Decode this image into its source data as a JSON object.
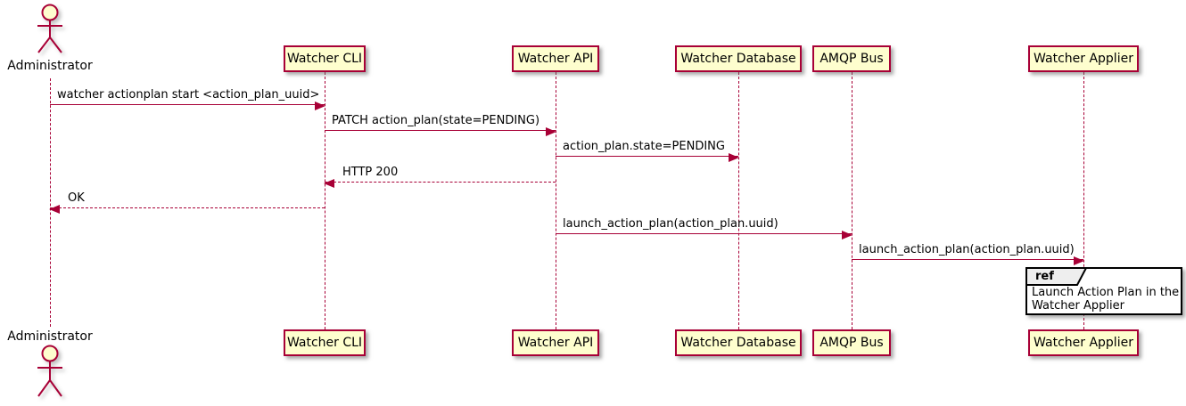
{
  "diagram": {
    "type": "sequence-diagram",
    "colors": {
      "participant_fill": "#FEFECE",
      "line_and_border": "#A80036",
      "ref_border": "#000000",
      "ref_tab_fill": "#EEEEEE",
      "text": "#000000",
      "background": "#FFFFFF"
    },
    "actor": {
      "name": "Administrator"
    },
    "participants": [
      {
        "label": "Watcher CLI"
      },
      {
        "label": "Watcher API"
      },
      {
        "label": "Watcher Database"
      },
      {
        "label": "AMQP Bus"
      },
      {
        "label": "Watcher Applier"
      }
    ],
    "messages": [
      {
        "from": "Administrator",
        "to": "Watcher CLI",
        "label": "watcher actionplan start <action_plan_uuid>",
        "style": "solid"
      },
      {
        "from": "Watcher CLI",
        "to": "Watcher API",
        "label": "PATCH action_plan(state=PENDING)",
        "style": "solid"
      },
      {
        "from": "Watcher API",
        "to": "Watcher Database",
        "label": "action_plan.state=PENDING",
        "style": "solid"
      },
      {
        "from": "Watcher API",
        "to": "Watcher CLI",
        "label": "HTTP 200",
        "style": "dashed"
      },
      {
        "from": "Watcher CLI",
        "to": "Administrator",
        "label": "OK",
        "style": "dashed"
      },
      {
        "from": "Watcher API",
        "to": "AMQP Bus",
        "label": "launch_action_plan(action_plan.uuid)",
        "style": "solid"
      },
      {
        "from": "AMQP Bus",
        "to": "Watcher Applier",
        "label": "launch_action_plan(action_plan.uuid)",
        "style": "solid"
      }
    ],
    "ref": {
      "keyword": "ref",
      "over": "Watcher Applier",
      "lines": [
        "Launch Action Plan in the",
        "Watcher Applier"
      ]
    }
  }
}
